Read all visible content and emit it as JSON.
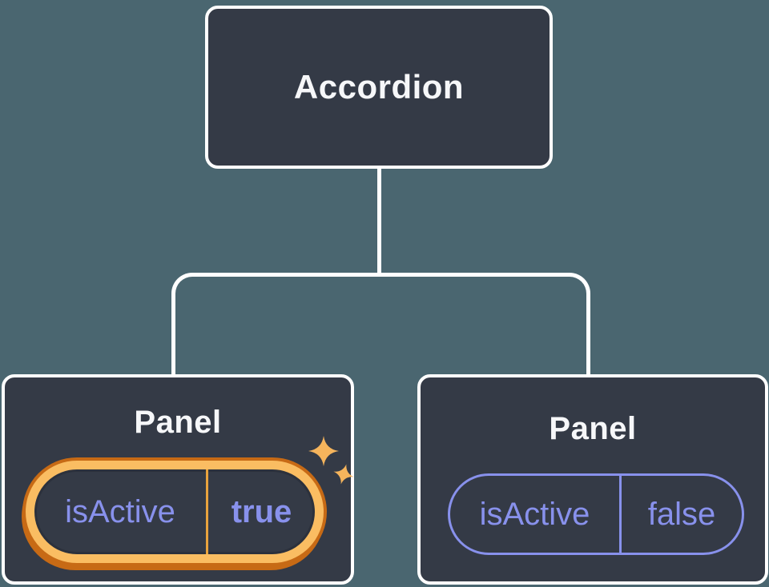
{
  "diagram": {
    "description": "Component tree with parent and two child panels sharing state",
    "root": {
      "label": "Accordion"
    },
    "children": [
      {
        "title": "Panel",
        "prop": {
          "name": "isActive",
          "value": "true"
        },
        "highlighted": true,
        "icon": "sparkles-icon"
      },
      {
        "title": "Panel",
        "prop": {
          "name": "isActive",
          "value": "false"
        },
        "highlighted": false
      }
    ]
  },
  "icons": {
    "sparkles": "✦"
  },
  "colors": {
    "background": "#4A6670",
    "card_fill": "#343A46",
    "card_border": "#FFFFFF",
    "connector": "#FFFFFF",
    "text_primary": "#F6F7F9",
    "purple": "#8891EC",
    "orange_ring_light": "#FABD62",
    "orange_ring_dark": "#C76A15",
    "orange_divider": "#E9A33D",
    "sparkle": "#F5B45C",
    "pill_inner_outline": "#2C313C"
  }
}
